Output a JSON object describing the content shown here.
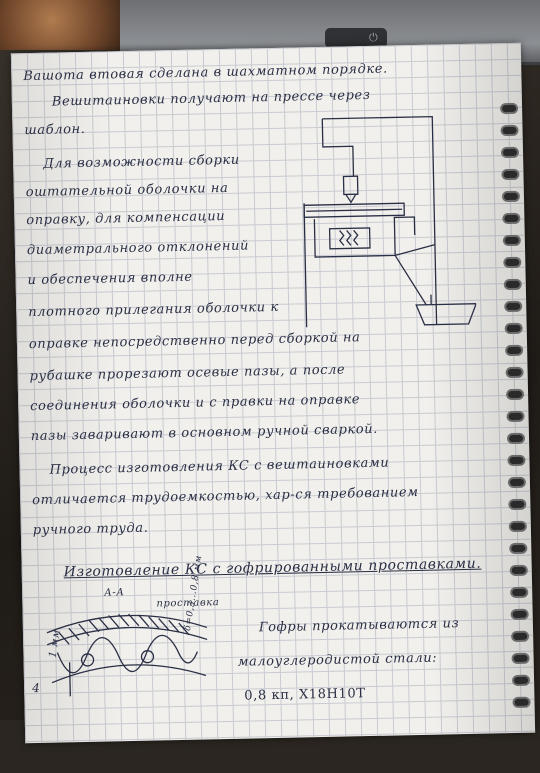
{
  "notes": {
    "lines": [
      "Вашота втовая сделана в шахматном порядке.",
      "Вешитаиновки получают на прессе через",
      "шаблон.",
      "Для возможности сборки",
      "оштательной оболочки на",
      "оправку, для компенсации",
      "диаметрального отклонений",
      "и обеспечения вполне",
      "плотного прилегания оболочки к",
      "оправке непосредственно перед сборкой на",
      "рубашке прорезают осевые пазы, а после",
      "соединения оболочки и с правки на оправке",
      "пазы заваривают в основном ручной сваркой.",
      "Процесс изготовления КС с вештаиновками",
      "отличается трудоемкостью, хар-ся требованием",
      "ручного труда."
    ],
    "heading": "Изготовление КС с гофрированными проставками.",
    "section_label": "А-А",
    "diagram_labels": {
      "top_right": "проставка",
      "dimension": "δ=0,3...0,8 мм",
      "left": "1 мм",
      "left_num": "4"
    },
    "side_note": [
      "Гофры прокатываются из",
      "малоуглеродистой стали:",
      "0,8 кп, Х18Н10Т"
    ]
  },
  "laptop": {
    "power_symbol": "⏻"
  }
}
